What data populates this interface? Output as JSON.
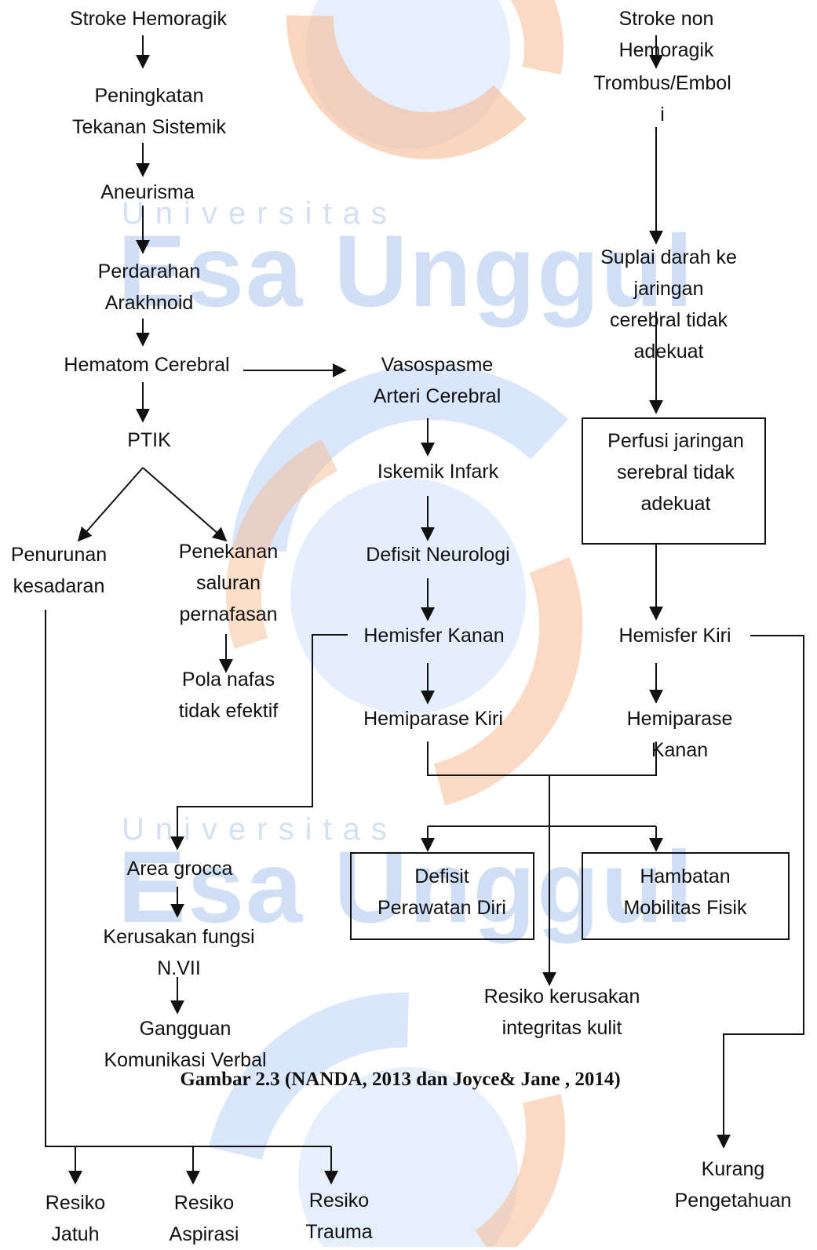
{
  "watermark": {
    "univ_text": "Universitas",
    "brand_text": "Esa Unggul",
    "colors": {
      "blue": "#2f6fd0",
      "orange": "#f08a3a"
    }
  },
  "nodes": {
    "stroke_hemoragik": "Stroke Hemoragik",
    "peningkatan": "Peningkatan\nTekanan Sistemik",
    "aneurisma": "Aneurisma",
    "perdarahan": "Perdarahan\nArakhnoid",
    "hematom": "Hematom Cerebral",
    "ptik": "PTIK",
    "penurunan": "Penurunan\nkesadaran",
    "penekanan": "Penekanan\nsaluran\npernafasan",
    "pola_nafas": "Pola nafas\ntidak efektif",
    "vasospasme": "Vasospasme\nArteri Cerebral",
    "iskemik": "Iskemik Infark",
    "defisit_neuro": "Defisit Neurologi",
    "hemisfer_kanan": "Hemisfer Kanan",
    "hemiparase_kiri": "Hemiparase Kiri",
    "stroke_non": "Stroke non Hemoragik",
    "trombus": "Trombus/Embol\ni",
    "suplai": "Suplai darah ke jaringan\ncerebral tidak adekuat",
    "perfusi": "Perfusi jaringan\nserebral tidak\nadekuat",
    "hemisfer_kiri": "Hemisfer Kiri",
    "hemiparase_kanan": "Hemiparase Kanan",
    "defisit_perawatan": "Defisit\nPerawatan Diri",
    "hambatan": "Hambatan\nMobilitas Fisik",
    "resiko_kulit": "Resiko kerusakan\nintegritas kulit",
    "area_grocca": "Area grocca",
    "kerusakan_fungsi": "Kerusakan fungsi\nN.VII",
    "gangguan": "Gangguan\nKomunikasi Verbal",
    "resiko_jatuh": "Resiko\nJatuh",
    "resiko_aspirasi": "Resiko\nAspirasi",
    "resiko_trauma": "Resiko\nTrauma",
    "kurang_pengetahuan": "Kurang\nPengetahuan"
  },
  "caption": "Gambar 2.3 (NANDA, 2013 dan Joyce& Jane , 2014)"
}
